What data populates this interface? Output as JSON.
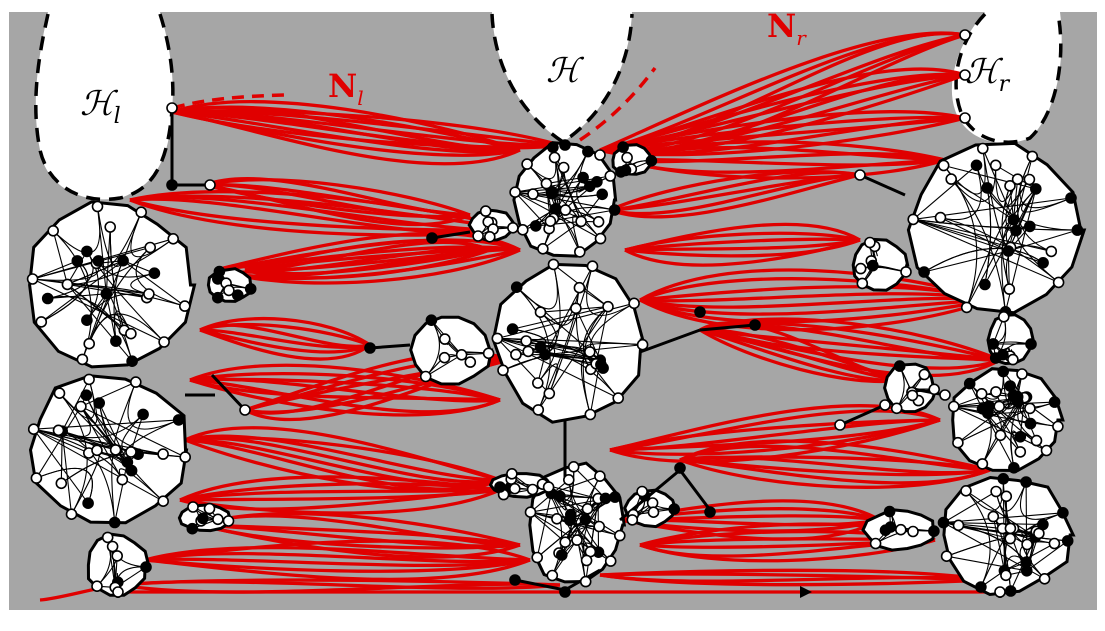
{
  "labels": {
    "H_left": "ℋ",
    "H_left_sub": "l",
    "H_mid": "ℋ",
    "H_right": "ℋ",
    "H_right_sub": "r",
    "N_left": "N",
    "N_left_sub": "l",
    "N_right": "N",
    "N_right_sub": "r"
  },
  "colors": {
    "background_band": "#a6a6a6",
    "region_fill": "#ffffff",
    "outline": "#000000",
    "curves": "#e00000",
    "label_red": "#e00000",
    "node_open": "#ffffff",
    "node_filled": "#000000"
  }
}
